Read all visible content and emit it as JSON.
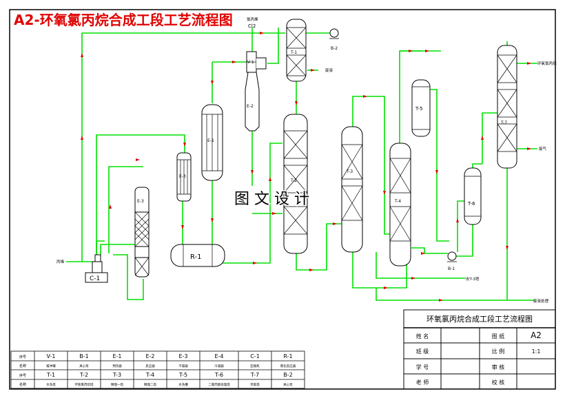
{
  "title": "A2-环氧氯丙烷合成工段工艺流程图",
  "watermark": "图 文 设 计",
  "colors": {
    "pipe": "#00e000",
    "line": "#000000",
    "title": "#e00000",
    "arrow": "#e00000"
  },
  "stream_labels": {
    "top_e2": "氯丙烯",
    "top_v1": "Cl2",
    "left_feed": "丙烯",
    "t1_out": "废液",
    "bottom_mid": "去T-3塔",
    "bottom_right": "废液处理",
    "t7_top": "环氧氯丙烷",
    "t7_mid": "废气"
  },
  "equipment": {
    "C1": "C-1",
    "E9": "E-3",
    "E3": "E-3",
    "E1": "E-1",
    "R1": "R-1",
    "V1": "V-1",
    "E2": "E-2",
    "T1": "T-1",
    "B2": "B-2",
    "T2": "T-2",
    "T3": "T-3",
    "T4": "T-4",
    "T5": "T-5",
    "T6": "T-6",
    "T7": "T-7",
    "B1": "B-1"
  },
  "title_block": {
    "name": "环氧氯丙烷合成工段工艺流程图",
    "rows": [
      [
        "姓 名",
        "",
        "图 纸",
        "A2"
      ],
      [
        "班 级",
        "",
        "比 例",
        "1:1"
      ],
      [
        "学 号",
        "",
        "审 核",
        ""
      ],
      [
        "老 师",
        "",
        "校 核",
        ""
      ]
    ]
  },
  "legend_table": {
    "rows": [
      [
        "序号",
        "V-1",
        "B-1",
        "E-1",
        "E-2",
        "E-3",
        "E-4",
        "C-1",
        "R-1"
      ],
      [
        "名称",
        "缓冲罐",
        "离心泵",
        "预热器",
        "反应器",
        "干燥器",
        "冷凝器",
        "压缩机",
        "氯化反应器"
      ],
      [
        "序号",
        "T-1",
        "T-2",
        "T-3",
        "T-4",
        "T-5",
        "T-6",
        "T-7",
        "B-2"
      ],
      [
        "名称",
        "水洗塔",
        "环氧氯丙烷塔",
        "精馏一塔",
        "精馏二塔",
        "水洗槽",
        "二氯丙醇处理塔",
        "萃取塔",
        "离心泵"
      ]
    ]
  }
}
